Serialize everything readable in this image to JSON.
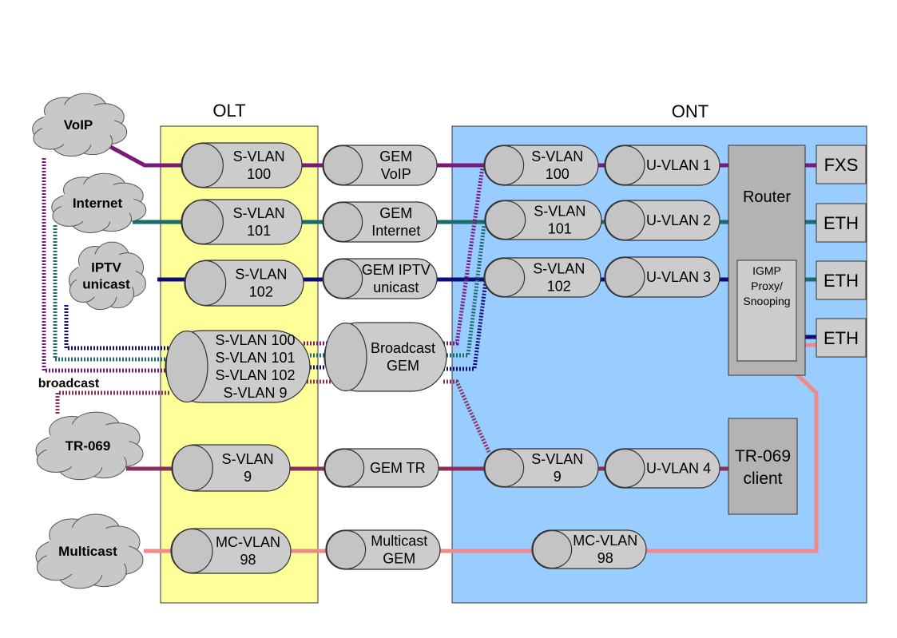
{
  "sections": {
    "olt": "OLT",
    "ont": "ONT"
  },
  "services": [
    {
      "id": "voip",
      "label": [
        "VoIP"
      ]
    },
    {
      "id": "internet",
      "label": [
        "Internet"
      ]
    },
    {
      "id": "iptv",
      "label": [
        "IPTV",
        "unicast"
      ]
    },
    {
      "id": "tr069",
      "label": [
        "TR-069"
      ]
    },
    {
      "id": "multicast",
      "label": [
        "Multicast"
      ]
    }
  ],
  "broadcast_label": "broadcast",
  "olt_svlans": [
    {
      "id": "svlan100",
      "label": [
        "S-VLAN",
        "100"
      ]
    },
    {
      "id": "svlan101",
      "label": [
        "S-VLAN",
        "101"
      ]
    },
    {
      "id": "svlan102",
      "label": [
        "S-VLAN",
        "102"
      ]
    },
    {
      "id": "svlan-broadcast",
      "label": [
        "S-VLAN 100",
        "S-VLAN 101",
        "S-VLAN 102",
        "S-VLAN 9"
      ]
    },
    {
      "id": "svlan9",
      "label": [
        "S-VLAN",
        "9"
      ]
    },
    {
      "id": "mcvlan98",
      "label": [
        "MC-VLAN",
        "98"
      ]
    }
  ],
  "gem_ports": [
    {
      "id": "gem-voip",
      "label": [
        "GEM",
        "VoIP"
      ]
    },
    {
      "id": "gem-internet",
      "label": [
        "GEM",
        "Internet"
      ]
    },
    {
      "id": "gem-iptv",
      "label": [
        "GEM IPTV",
        "unicast"
      ]
    },
    {
      "id": "gem-broadcast",
      "label": [
        "Broadcast",
        "GEM"
      ]
    },
    {
      "id": "gem-tr",
      "label": [
        "GEM TR"
      ]
    },
    {
      "id": "gem-multicast",
      "label": [
        "Multicast",
        "GEM"
      ]
    }
  ],
  "ont_svlans": [
    {
      "id": "ont-svlan100",
      "label": [
        "S-VLAN",
        "100"
      ]
    },
    {
      "id": "ont-svlan101",
      "label": [
        "S-VLAN",
        "101"
      ]
    },
    {
      "id": "ont-svlan102",
      "label": [
        "S-VLAN",
        "102"
      ]
    },
    {
      "id": "ont-svlan9",
      "label": [
        "S-VLAN",
        "9"
      ]
    },
    {
      "id": "ont-mcvlan98",
      "label": [
        "MC-VLAN",
        "98"
      ]
    }
  ],
  "uvlans": [
    {
      "id": "uvlan1",
      "label": "U-VLAN 1"
    },
    {
      "id": "uvlan2",
      "label": "U-VLAN 2"
    },
    {
      "id": "uvlan3",
      "label": "U-VLAN 3"
    },
    {
      "id": "uvlan4",
      "label": "U-VLAN 4"
    }
  ],
  "router": {
    "label": "Router",
    "igmp": [
      "IGMP",
      "Proxy/",
      "Snooping"
    ]
  },
  "tr069_client": [
    "TR-069",
    "client"
  ],
  "ports": [
    {
      "id": "fxs",
      "label": "FXS"
    },
    {
      "id": "eth1",
      "label": "ETH"
    },
    {
      "id": "eth2",
      "label": "ETH"
    },
    {
      "id": "eth3",
      "label": "ETH"
    }
  ],
  "colors": {
    "voip": "#7a1b7a",
    "internet": "#1a6b6b",
    "iptv": "#0c0c7a",
    "tr069": "#8c2f5a",
    "multicast": "#f08a8a",
    "olt_fill": "#ffff99",
    "ont_fill": "#99ccff",
    "node_fill": "#cccccc"
  }
}
